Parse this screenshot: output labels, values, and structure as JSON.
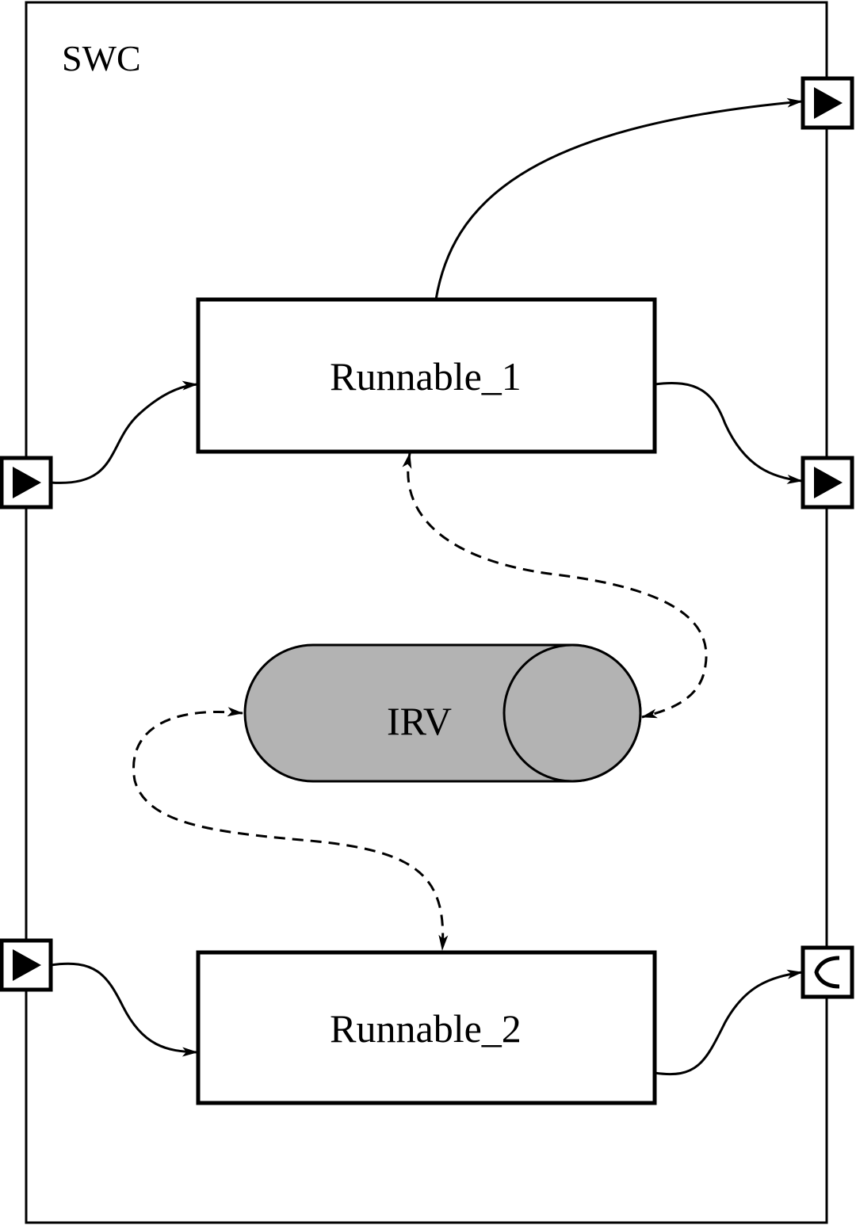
{
  "component": {
    "label": "SWC"
  },
  "runnables": [
    {
      "label": "Runnable_1"
    },
    {
      "label": "Runnable_2"
    }
  ],
  "irv": {
    "label": "IRV",
    "fill_color": "#b3b3b3"
  },
  "ports": [
    {
      "name": "provider-port-right-top",
      "icon": "triangle-right-icon",
      "side": "right"
    },
    {
      "name": "provider-port-right-middle",
      "icon": "triangle-right-icon",
      "side": "right"
    },
    {
      "name": "receiver-port-left-top",
      "icon": "triangle-right-icon",
      "side": "left"
    },
    {
      "name": "receiver-port-left-bottom",
      "icon": "triangle-right-icon",
      "side": "left"
    },
    {
      "name": "client-port-right-bottom",
      "icon": "client-port-icon",
      "side": "right"
    }
  ],
  "colors": {
    "line": "#000000",
    "background": "#ffffff",
    "irv_fill": "#b3b3b3"
  }
}
